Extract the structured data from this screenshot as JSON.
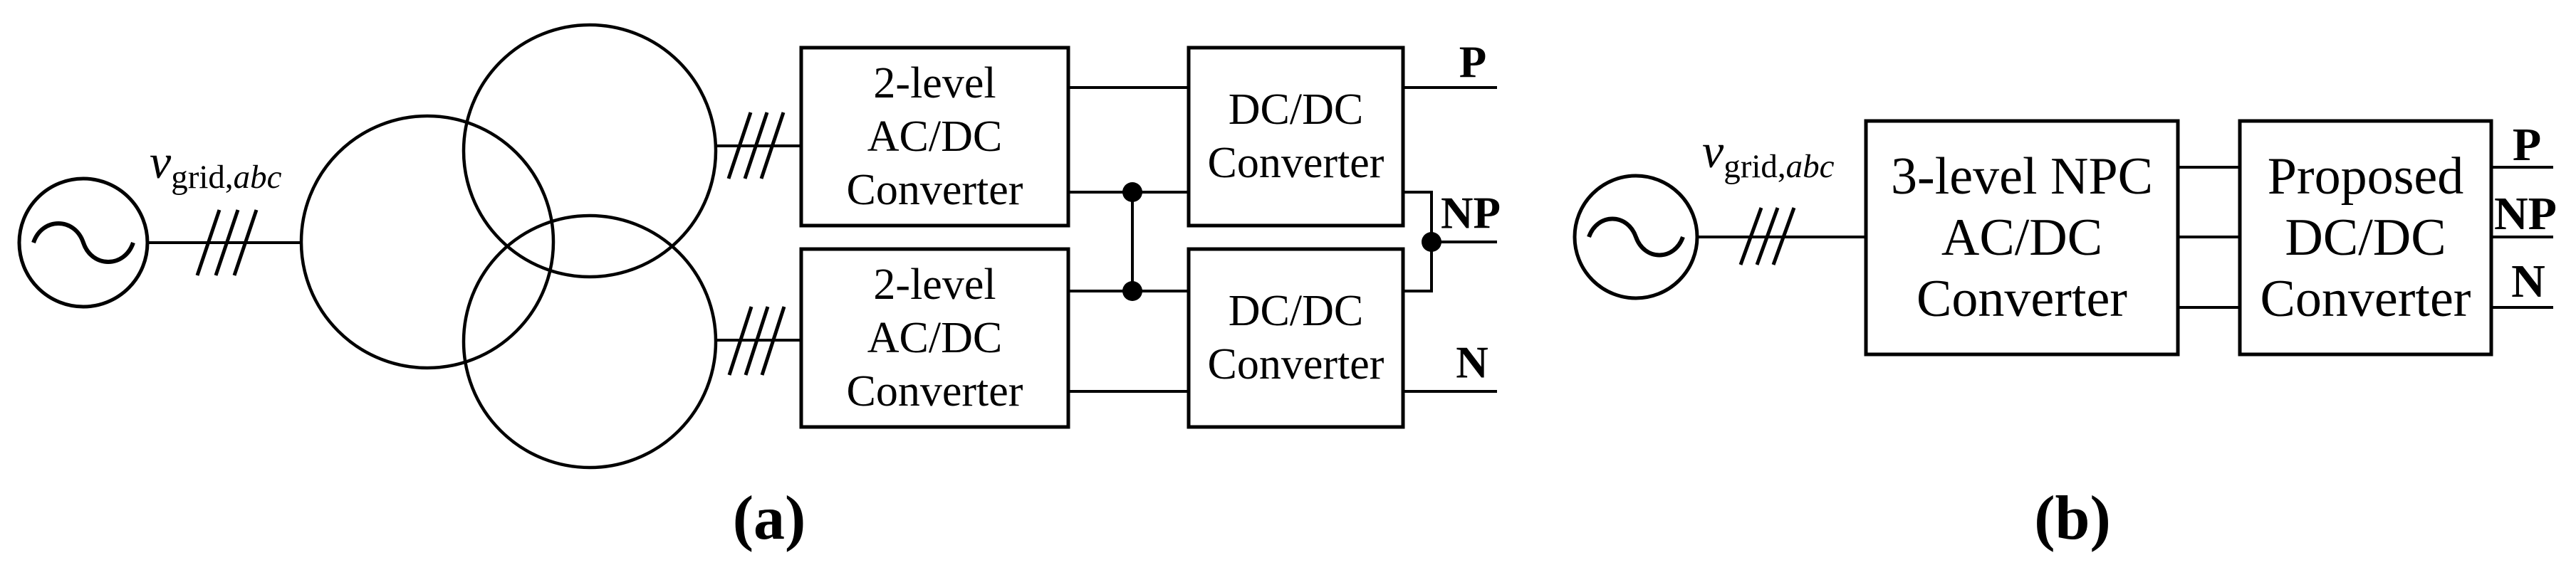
{
  "colors": {
    "ink": "#000000",
    "background": "#ffffff"
  },
  "icons": {
    "ac_source": "circle-with-sine-wave",
    "transformer": "three-overlapping-winding-circles",
    "three_phase_marker": "triple-slash-on-wire",
    "junction": "filled-dot"
  },
  "diagram_a": {
    "source_label": {
      "v": "v",
      "sub_roman": "grid,",
      "sub_italic": "abc"
    },
    "boxes": {
      "acdc_top": {
        "lines": [
          "2-level",
          "AC/DC",
          "Converter"
        ]
      },
      "acdc_bottom": {
        "lines": [
          "2-level",
          "AC/DC",
          "Converter"
        ]
      },
      "dcdc_top": {
        "lines": [
          "DC/DC",
          "Converter"
        ]
      },
      "dcdc_bottom": {
        "lines": [
          "DC/DC",
          "Converter"
        ]
      }
    },
    "terminals": {
      "p": "P",
      "np": "NP",
      "n": "N"
    },
    "caption": "(a)"
  },
  "diagram_b": {
    "source_label": {
      "v": "v",
      "sub_roman": "grid,",
      "sub_italic": "abc"
    },
    "boxes": {
      "npc": {
        "lines": [
          "3-level NPC",
          "AC/DC",
          "Converter"
        ]
      },
      "proposed": {
        "lines": [
          "Proposed",
          "DC/DC",
          "Converter"
        ]
      }
    },
    "terminals": {
      "p": "P",
      "np": "NP",
      "n": "N"
    },
    "caption": "(b)"
  }
}
